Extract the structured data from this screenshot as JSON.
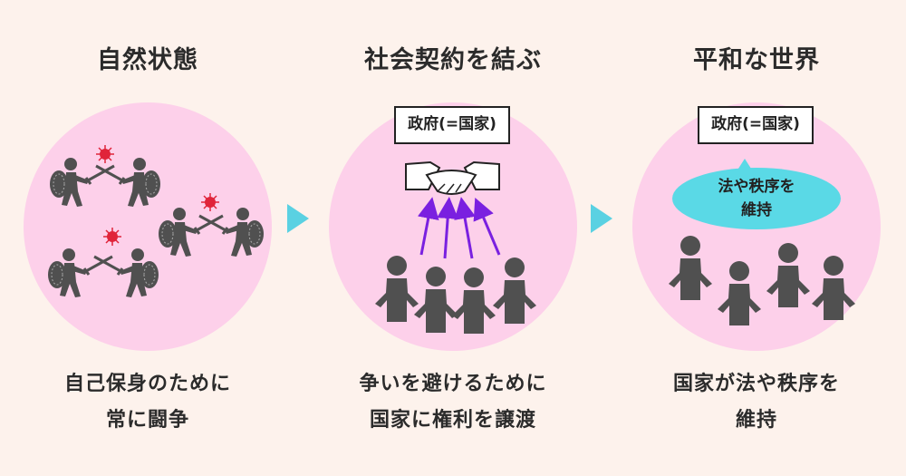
{
  "colors": {
    "background": "#fdf2ec",
    "circle": "#fdd0ea",
    "arrow": "#5ad1e2",
    "speech_bubble": "#5ad9e6",
    "people": "#505050",
    "conflict_mark": "#e0243a",
    "transfer_arrows": "#7a20e0"
  },
  "panels": [
    {
      "title": "自然状態",
      "caption_lines": [
        "自己保身のために",
        "常に闘争"
      ],
      "icons": [
        "fighting-people-icon",
        "conflict-spark-icon",
        "sword-icon",
        "shield-icon"
      ]
    },
    {
      "title": "社会契約を結ぶ",
      "government_label": "政府(=国家)",
      "caption_lines": [
        "争いを避けるために",
        "国家に権利を譲渡"
      ],
      "icons": [
        "handshake-icon",
        "up-arrow-icon",
        "person-icon"
      ]
    },
    {
      "title": "平和な世界",
      "government_label": "政府(=国家)",
      "bubble_lines": [
        "法や秩序を",
        "維持"
      ],
      "caption_lines": [
        "国家が法や秩序を",
        "維持"
      ],
      "icons": [
        "speech-bubble-icon",
        "person-icon"
      ]
    }
  ]
}
